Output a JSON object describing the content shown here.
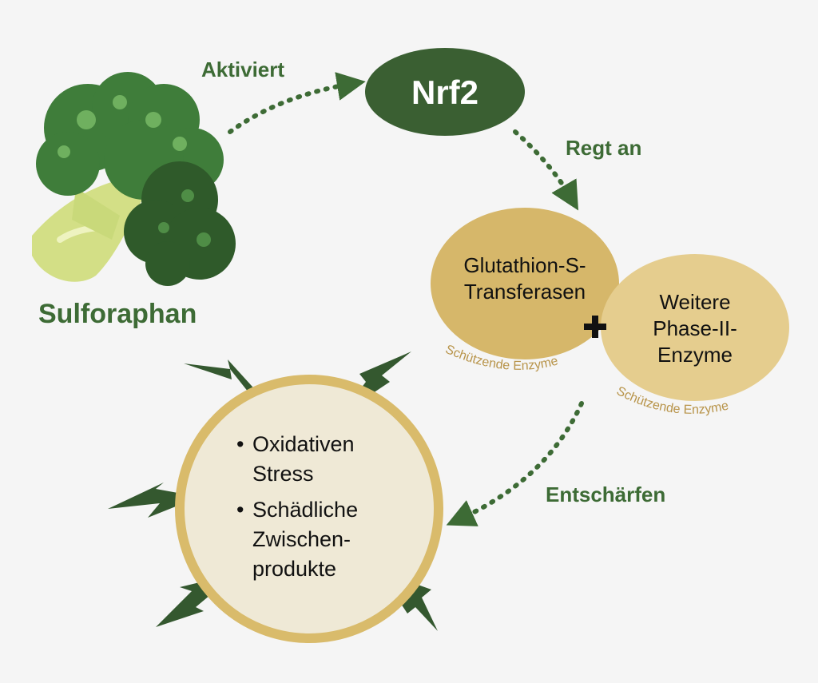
{
  "source": {
    "name": "Sulforaphan",
    "icon": "broccoli-icon"
  },
  "target": {
    "name": "Nrf2"
  },
  "edges": {
    "activates": "Aktiviert",
    "stimulates": "Regt an",
    "defuses": "Entschärfen"
  },
  "enzymes": {
    "primary": {
      "line1": "Glutathion-S-",
      "line2": "Transferasen",
      "caption": "Schützende Enzyme"
    },
    "combine_symbol": "+",
    "secondary": {
      "line1": "Weitere",
      "line2": "Phase-II-",
      "line3": "Enzyme",
      "caption": "Schützende Enzyme"
    }
  },
  "threats": {
    "items": [
      {
        "line1": "Oxidativen",
        "line2": "Stress"
      },
      {
        "line1": "Schädliche",
        "line2": "Zwischen-",
        "line3": "produkte"
      }
    ],
    "icon": "lightning-bolt-icon"
  },
  "colors": {
    "background": "#f5f5f5",
    "dark_green": "#3d6b35",
    "nrf2_fill": "#3a5f32",
    "enzyme_primary": "#d6b76a",
    "enzyme_secondary": "#e5cd8e",
    "threat_fill": "#efe9d6",
    "threat_ring": "#d9bb6b"
  }
}
